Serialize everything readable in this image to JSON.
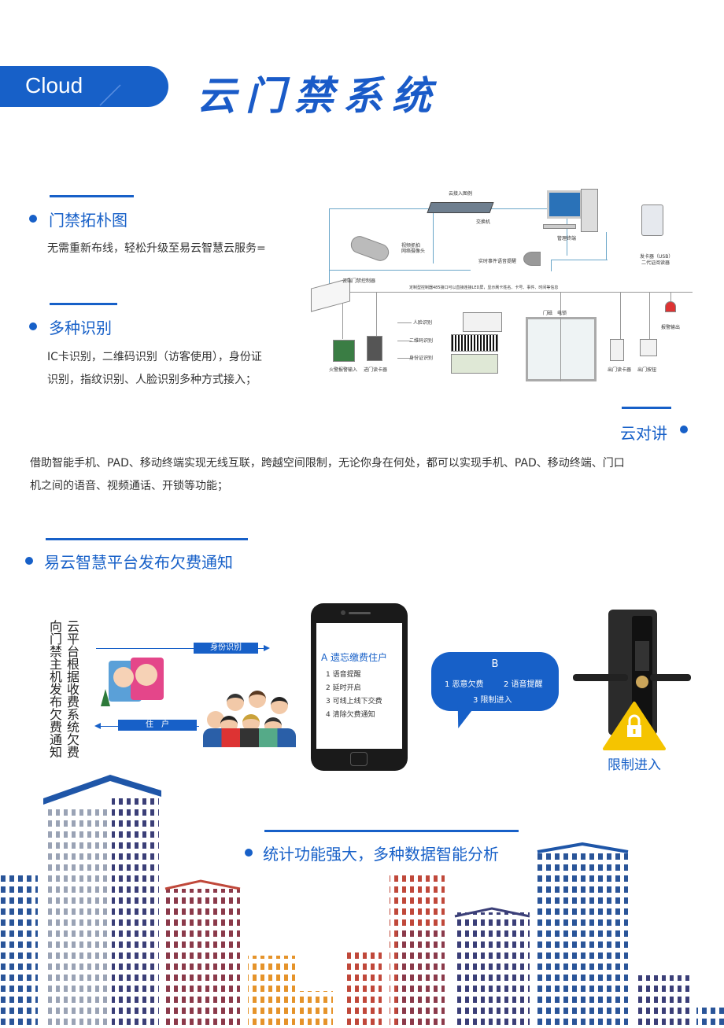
{
  "header": {
    "badge_label": "Cloud",
    "title": "云门禁系统"
  },
  "sections": {
    "topology": {
      "title": "门禁拓朴图",
      "text": "无需重新布线，轻松升级至易云智慧云服务="
    },
    "recognition": {
      "title": "多种识别",
      "text_line1": "IC卡识别，二维码识别（访客使用），身份证",
      "text_line2": "识别，指纹识别、人脸识别多种方式接入；"
    },
    "intercom": {
      "title": "云对讲",
      "text_line1": "借助智能手机、PAD、移动终端实现无线互联，跨越空间限制，无论你身在何处，都可以实现手机、PAD、移动终端、门口",
      "text_line2": "机之间的语音、视频通话、开锁等功能；"
    },
    "arrears": {
      "title": "易云智慧平台发布欠费通知",
      "vertical_col1": "云平台根据收费系统欠费",
      "vertical_col2": "向门禁主机发布欠费通知",
      "arrow_top_label": "身份识别",
      "arrow_bottom_label": "住　户",
      "phone": {
        "heading": "A 遗忘缴费住户",
        "items": [
          "1 语音提醒",
          "2 延时开启",
          "3 可线上线下交费",
          "4 清除欠费通知"
        ]
      },
      "bubble": {
        "heading": "B",
        "line1_a": "1 恶意欠费",
        "line1_b": "2 语音提醒",
        "line2": "3 限制进入"
      },
      "lock_caption": "限制进入"
    },
    "statistics": {
      "title": "统计功能强大，多种数据智能分析"
    }
  },
  "diagram": {
    "legend_top": "云接入图例",
    "switch": "交换机",
    "terminal": "管理终端",
    "card_issuer_line1": "发卡器（USB）",
    "card_issuer_line2": "二代证阅读器",
    "camera_line1": "视频抓拍",
    "camera_line2": "网络摄像头",
    "speaker": "实时事件语音提醒",
    "controller": "云端门禁控制器",
    "bus_note": "定制型控制器485接口可以直接连接LED屏，显示刷卡姓名、卡号、事件、时间等信息",
    "face": "人脸识别",
    "qr": "二维码识别",
    "id": "身份证识别",
    "fire": "火警报警输入",
    "reader_in": "进门读卡器",
    "door": "门磁　电锁",
    "reader_out": "出门读卡器",
    "exit_button": "出门按钮",
    "alarm": "报警输出"
  },
  "colors": {
    "brand_blue": "#1760c8",
    "text": "#333333",
    "lock_yellow": "#f5c400"
  }
}
